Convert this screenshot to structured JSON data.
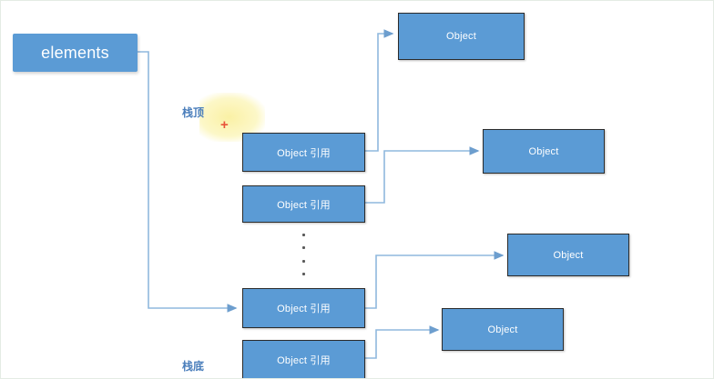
{
  "diagram": {
    "title": "elements stack reference diagram",
    "colors": {
      "node_fill": "#5B9BD5",
      "node_border": "#2b2b2b",
      "connector": "#8FB8DE",
      "annotation_text": "#4a7ebb",
      "cursor": "#e8533a",
      "highlight": "#faf0a0",
      "canvas_bg": "#ffffff",
      "canvas_border": "#e4ece4"
    },
    "root": {
      "label": "elements"
    },
    "annotations": [
      {
        "name": "stack-top",
        "text": "栈顶"
      },
      {
        "name": "stack-bottom",
        "text": "栈底"
      }
    ],
    "cursor": {
      "glyph": "+"
    },
    "ellipsis": {
      "dot_count": 4
    },
    "stack_slots": [
      {
        "label": "Object 引用"
      },
      {
        "label": "Object 引用"
      },
      {
        "label": "Object 引用"
      },
      {
        "label": "Object 引用"
      }
    ],
    "objects": [
      {
        "label": "Object"
      },
      {
        "label": "Object"
      },
      {
        "label": "Object"
      },
      {
        "label": "Object"
      }
    ]
  }
}
